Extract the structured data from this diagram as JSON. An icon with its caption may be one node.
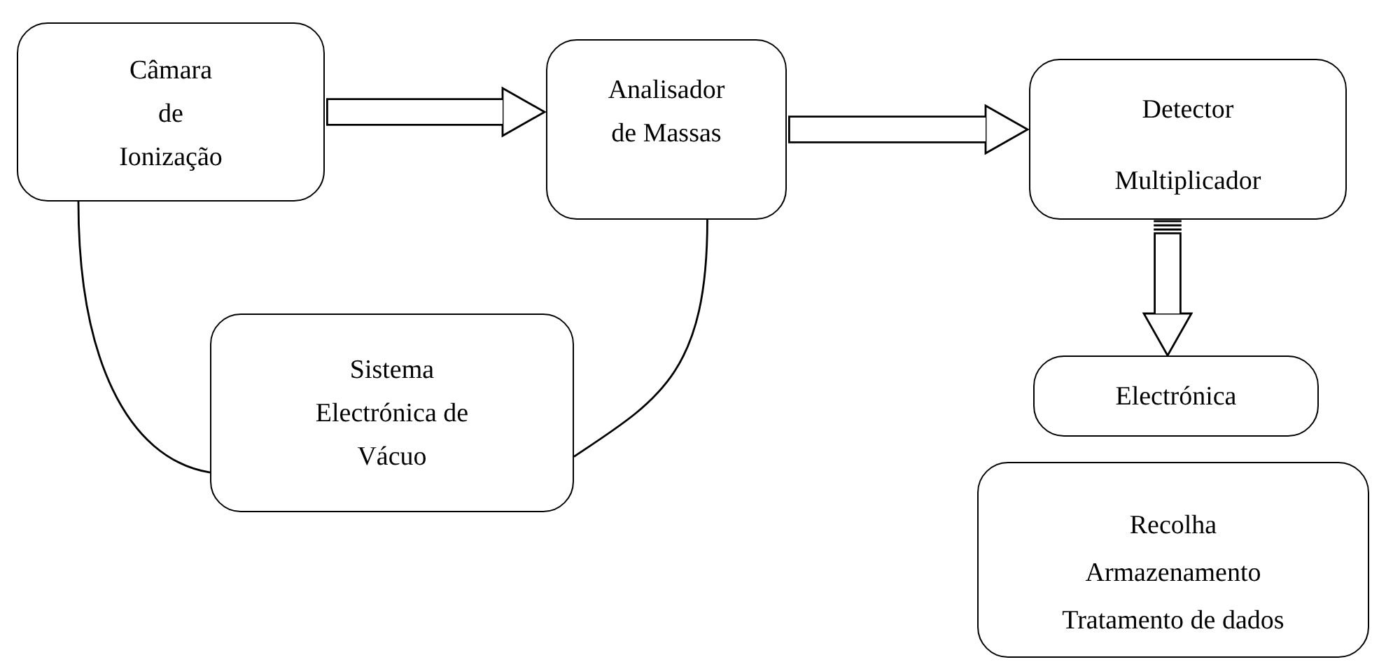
{
  "diagram": {
    "nodes": [
      {
        "text": [
          "Câmara de Ionização"
        ]
      },
      {
        "text": [
          "Analisador de Massas"
        ]
      },
      {
        "text": [
          "Detector",
          "Multiplicador"
        ]
      },
      {
        "text": [
          "Sistema Electrónica de Vácuo"
        ]
      },
      {
        "text": [
          "Electrónica"
        ]
      },
      {
        "text": [
          "Recolha",
          "Armazenamento",
          "Tratamento de dados"
        ]
      }
    ],
    "edges": [
      {
        "from": 0,
        "to": 1,
        "arrow": "to"
      },
      {
        "from": 1,
        "to": 2,
        "arrow": "to"
      },
      {
        "from": 2,
        "to": 4,
        "arrow": "to"
      },
      {
        "from": 0,
        "to": 3,
        "arrow": "none"
      },
      {
        "from": 1,
        "to": 3,
        "arrow": "none"
      }
    ]
  }
}
